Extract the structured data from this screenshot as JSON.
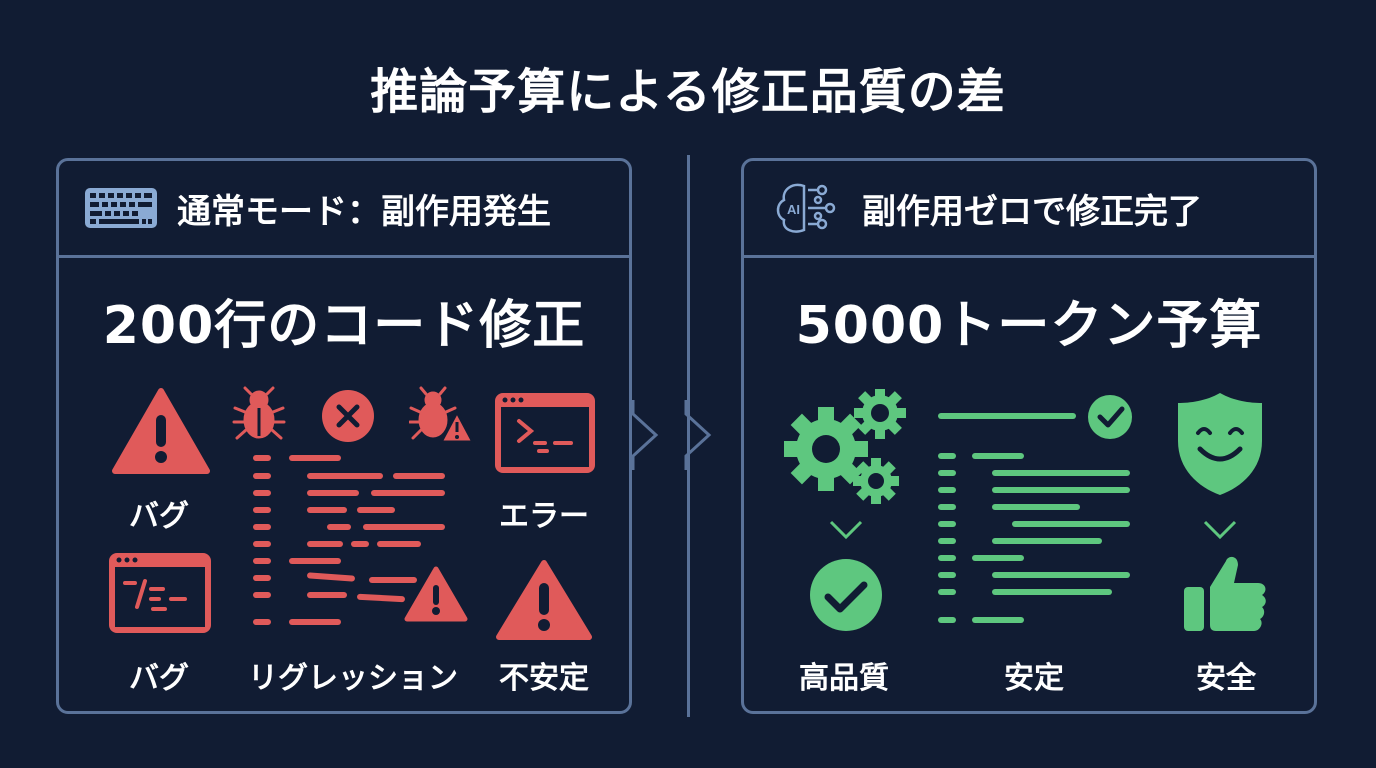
{
  "title": "推論予算による修正品質の差",
  "colors": {
    "background": "#111c33",
    "border": "#5a7299",
    "bad": "#e05a5a",
    "good": "#5ec77f",
    "icon_blue": "#8aaad4"
  },
  "left_panel": {
    "header_icon": "keyboard-icon",
    "header": "通常モード：副作用発生",
    "headline": "200行のコード修正",
    "items": [
      {
        "icon": "warning-triangle-icon",
        "label": "バグ"
      },
      {
        "icon": "terminal-window-icon",
        "label": "エラー"
      },
      {
        "icon": "code-window-icon",
        "label": "バグ"
      },
      {
        "icon": "broken-code-lines-icon",
        "label": "リグレッション"
      },
      {
        "icon": "warning-triangle-icon",
        "label": "不安定"
      }
    ],
    "top_icons": [
      "bug-icon",
      "x-circle-icon",
      "bug-warning-icon"
    ]
  },
  "right_panel": {
    "header_icon": "ai-brain-icon",
    "header": "副作用ゼロで修正完了",
    "headline": "5000トークン予算",
    "items": [
      {
        "icon": "gears-icon",
        "result_icon": "check-circle-icon",
        "label": "高品質"
      },
      {
        "icon": "clean-code-lines-icon",
        "label": "安定"
      },
      {
        "icon": "smiling-shield-icon",
        "result_icon": "thumbs-up-icon",
        "label": "安全"
      }
    ]
  }
}
